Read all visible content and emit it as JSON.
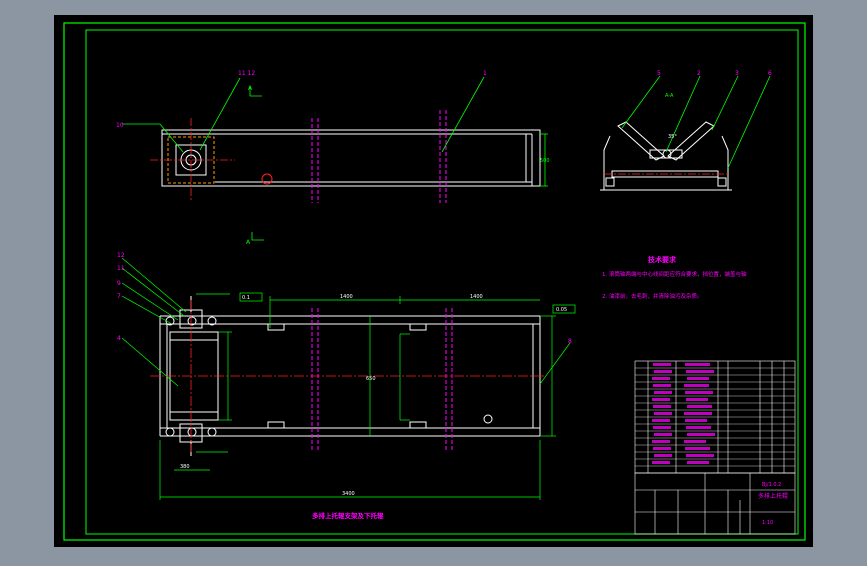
{
  "drawing": {
    "caption_bottom": "多排上托辊支架及下托辊",
    "tech_requirements_title": "技术要求",
    "tech_requirements": [
      "1. 滚筒轴两端与中心线间距应符合要求，挡位置，端盖与轴",
      "2. 油漆前，去毛刺，并清除油污及杂质。"
    ],
    "section_label_a": "A",
    "section_label_view": "A-A",
    "balloons": [
      "1",
      "2",
      "3",
      "4",
      "5",
      "6",
      "7",
      "8",
      "9",
      "10",
      "11",
      "12"
    ],
    "dims": {
      "overall_length": "3400",
      "span_left": "1400",
      "span_right": "1400",
      "height_right": "500",
      "inner_height": "650",
      "width_left": "380",
      "angle": "35°"
    },
    "tolerance_tags": [
      "0.1",
      "A",
      "0.05"
    ],
    "title_block": {
      "drawing_name": "多排上托辊",
      "scale": "1:10",
      "code": "BJ/1.0.2"
    }
  },
  "colors": {
    "background": "#8c96a3",
    "sheet": "#000000",
    "border": "#00ff00",
    "outline": "#ffffff",
    "dimension": "#00ff00",
    "centerline": "#ff2020",
    "text": "#ff00ff"
  }
}
